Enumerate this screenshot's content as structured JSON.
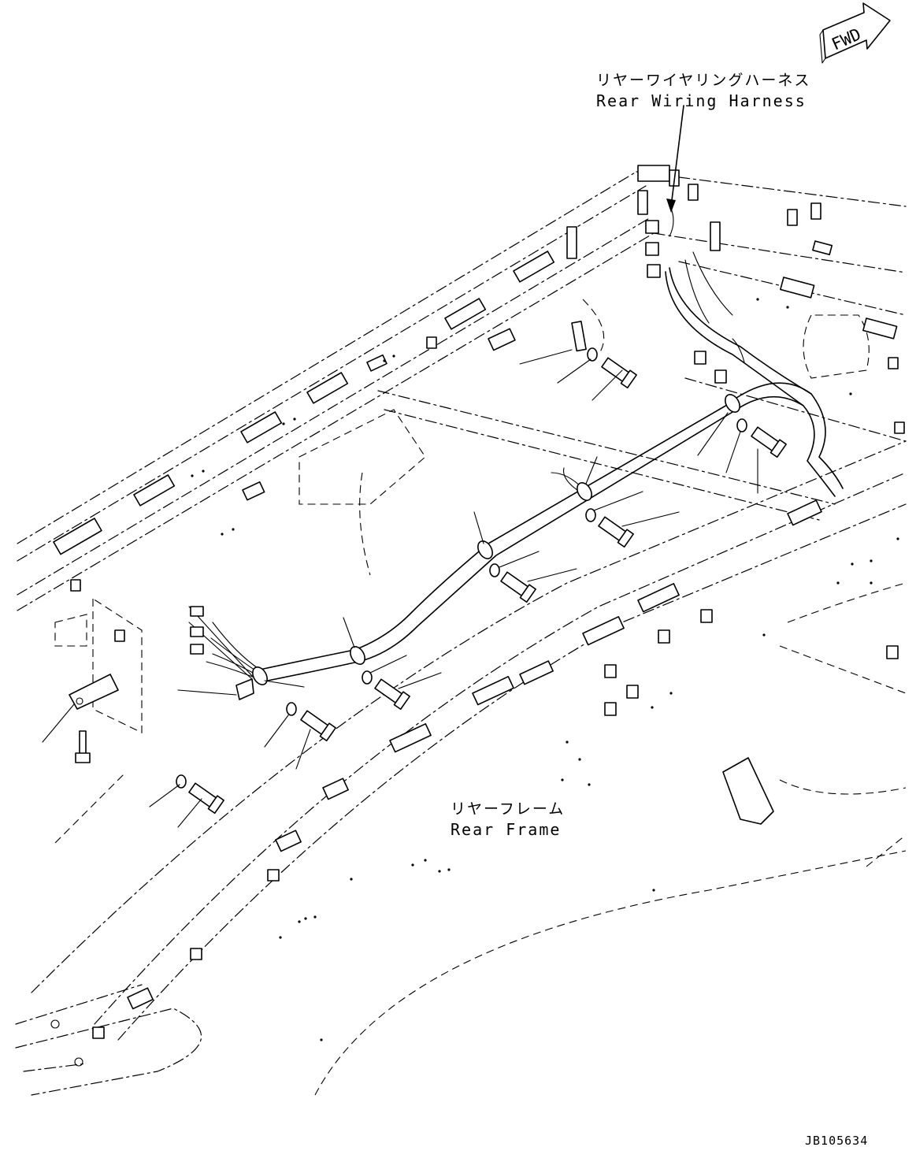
{
  "labels": {
    "fwd": "FWD",
    "harness_jp": "リヤーワイヤリングハーネス",
    "harness_en": "Rear Wiring Harness",
    "frame_jp": "リヤーフレーム",
    "frame_en": "Rear Frame",
    "drawing_code": "JB105634"
  }
}
